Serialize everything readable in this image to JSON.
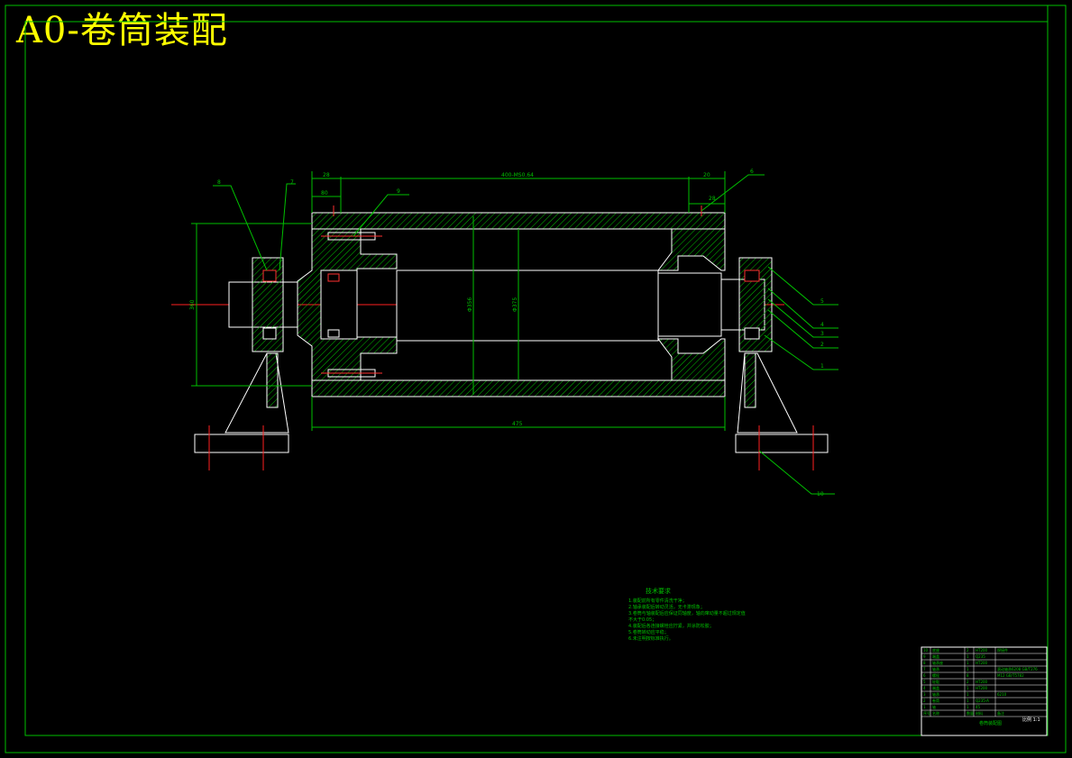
{
  "title": "A0-卷筒装配",
  "dims": {
    "top_left_1": "28",
    "top_left_2": "80",
    "top_overall": "400-MS0.64",
    "top_right_1": "20",
    "top_right_2": "28",
    "left_height": "360",
    "inner_dia_1": "Φ356",
    "inner_dia_2": "Φ375",
    "bottom_overall": "475"
  },
  "balloons": [
    "8",
    "7",
    "9",
    "6",
    "5",
    "4",
    "3",
    "2",
    "1",
    "10"
  ],
  "tech_req": {
    "heading": "技术要求",
    "lines": [
      "1.装配前所有零件清洗干净；",
      "2.轴承装配后转动灵活，无卡滞现象；",
      "3.卷筒与轴装配后应保证同轴度，轴向窜动量不超过规定值",
      "  不大于0.05；",
      "4.装配后各连接螺栓应拧紧，并涂防松胶；",
      "5.卷筒转动应平稳；",
      "6.未注明按标准执行。"
    ]
  },
  "title_block": {
    "rows": [
      [
        "10",
        "底座",
        "2",
        "HT200",
        "焊接件"
      ],
      [
        "9",
        "端盖",
        "1",
        "Q235",
        ""
      ],
      [
        "8",
        "轴承座",
        "1",
        "HT200",
        ""
      ],
      [
        "7",
        "轴承",
        "1",
        "",
        "滚动轴承6208 GB/T276"
      ],
      [
        "6",
        "螺栓",
        "8",
        "",
        "M12 GB/T5782"
      ],
      [
        "5",
        "轮毂",
        "2",
        "HT200",
        ""
      ],
      [
        "4",
        "端盖",
        "1",
        "HT200",
        ""
      ],
      [
        "3",
        "轴承",
        "1",
        "",
        "6210"
      ],
      [
        "2",
        "卷筒",
        "1",
        "Q235-A",
        ""
      ],
      [
        "1",
        "轴",
        "1",
        "45",
        ""
      ]
    ],
    "header": [
      "序号",
      "名称",
      "数量",
      "材料",
      "备注"
    ],
    "drawing_name": "卷筒装配图",
    "scale": "比例 1:1"
  }
}
